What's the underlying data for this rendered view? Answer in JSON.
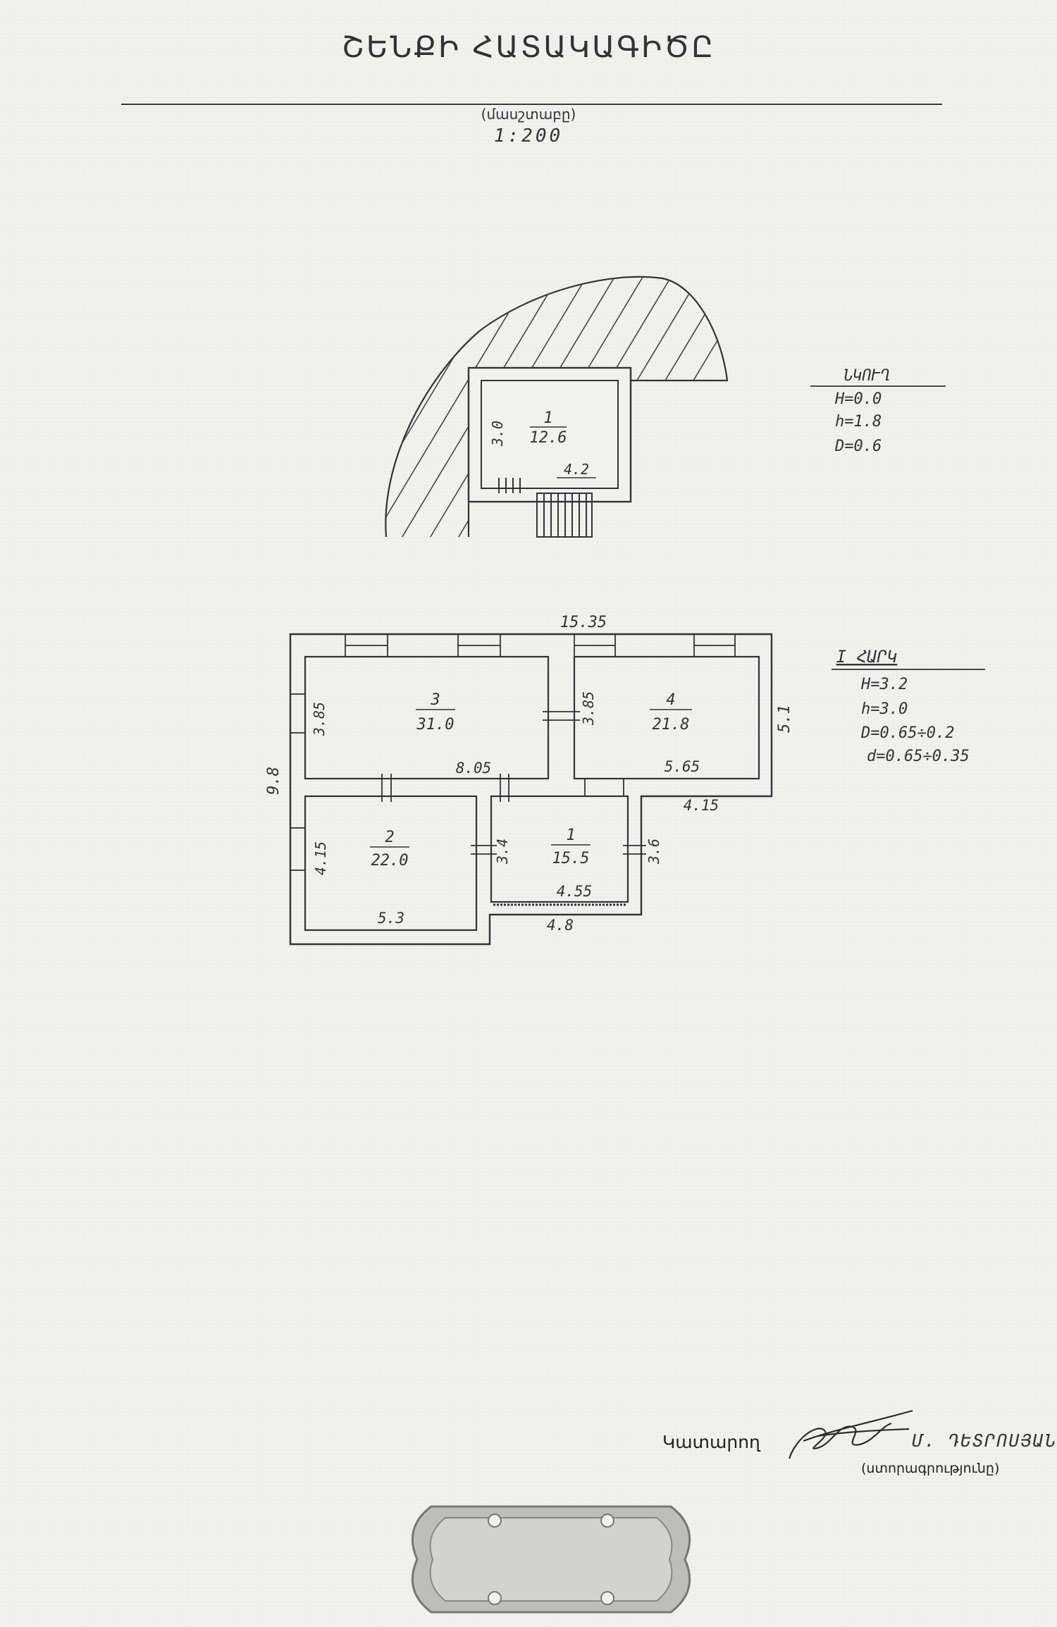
{
  "header": {
    "title": "ՇԵՆՔԻ ՀԱՏԱԿԱԳԻԾԸ",
    "scale_caption": "(մասշտաբը)",
    "scale": "1:200"
  },
  "basement": {
    "legend_title": "ՆԿՈՒՂ",
    "H": "H=0.0",
    "h": "h=1.8",
    "D": "D=0.6",
    "room": {
      "number": "1",
      "area": "12.6"
    },
    "dim_width": "4.2",
    "dim_height": "3.0"
  },
  "first_floor": {
    "legend_title": "I ՀԱՐԿ",
    "H": "H=3.2",
    "h": "h=3.0",
    "D": "D=0.65÷0.2",
    "d": "d=0.65÷0.35",
    "rooms": [
      {
        "number": "3",
        "area": "31.0"
      },
      {
        "number": "4",
        "area": "21.8"
      },
      {
        "number": "2",
        "area": "22.0"
      },
      {
        "number": "1",
        "area": "15.5"
      }
    ],
    "dims": {
      "total_width": "15.35",
      "total_depth": "9.8",
      "right_depth": "5.1",
      "room3_height": "3.85",
      "room4_height": "3.85",
      "room3_width": "8.05",
      "room4_width": "5.65",
      "step_width": "4.15",
      "room2_height": "4.15",
      "room1_height_left": "3.4",
      "room1_height_right": "3.6",
      "room1_inner_width": "4.55",
      "room1_outer_width": "4.8",
      "room2_width": "5.3"
    }
  },
  "signature": {
    "performer_label": "Կատարող",
    "name": "Մ. ԴԵՏՐՈՍՅԱՆ",
    "caption": "(ստորագրությունը)"
  }
}
